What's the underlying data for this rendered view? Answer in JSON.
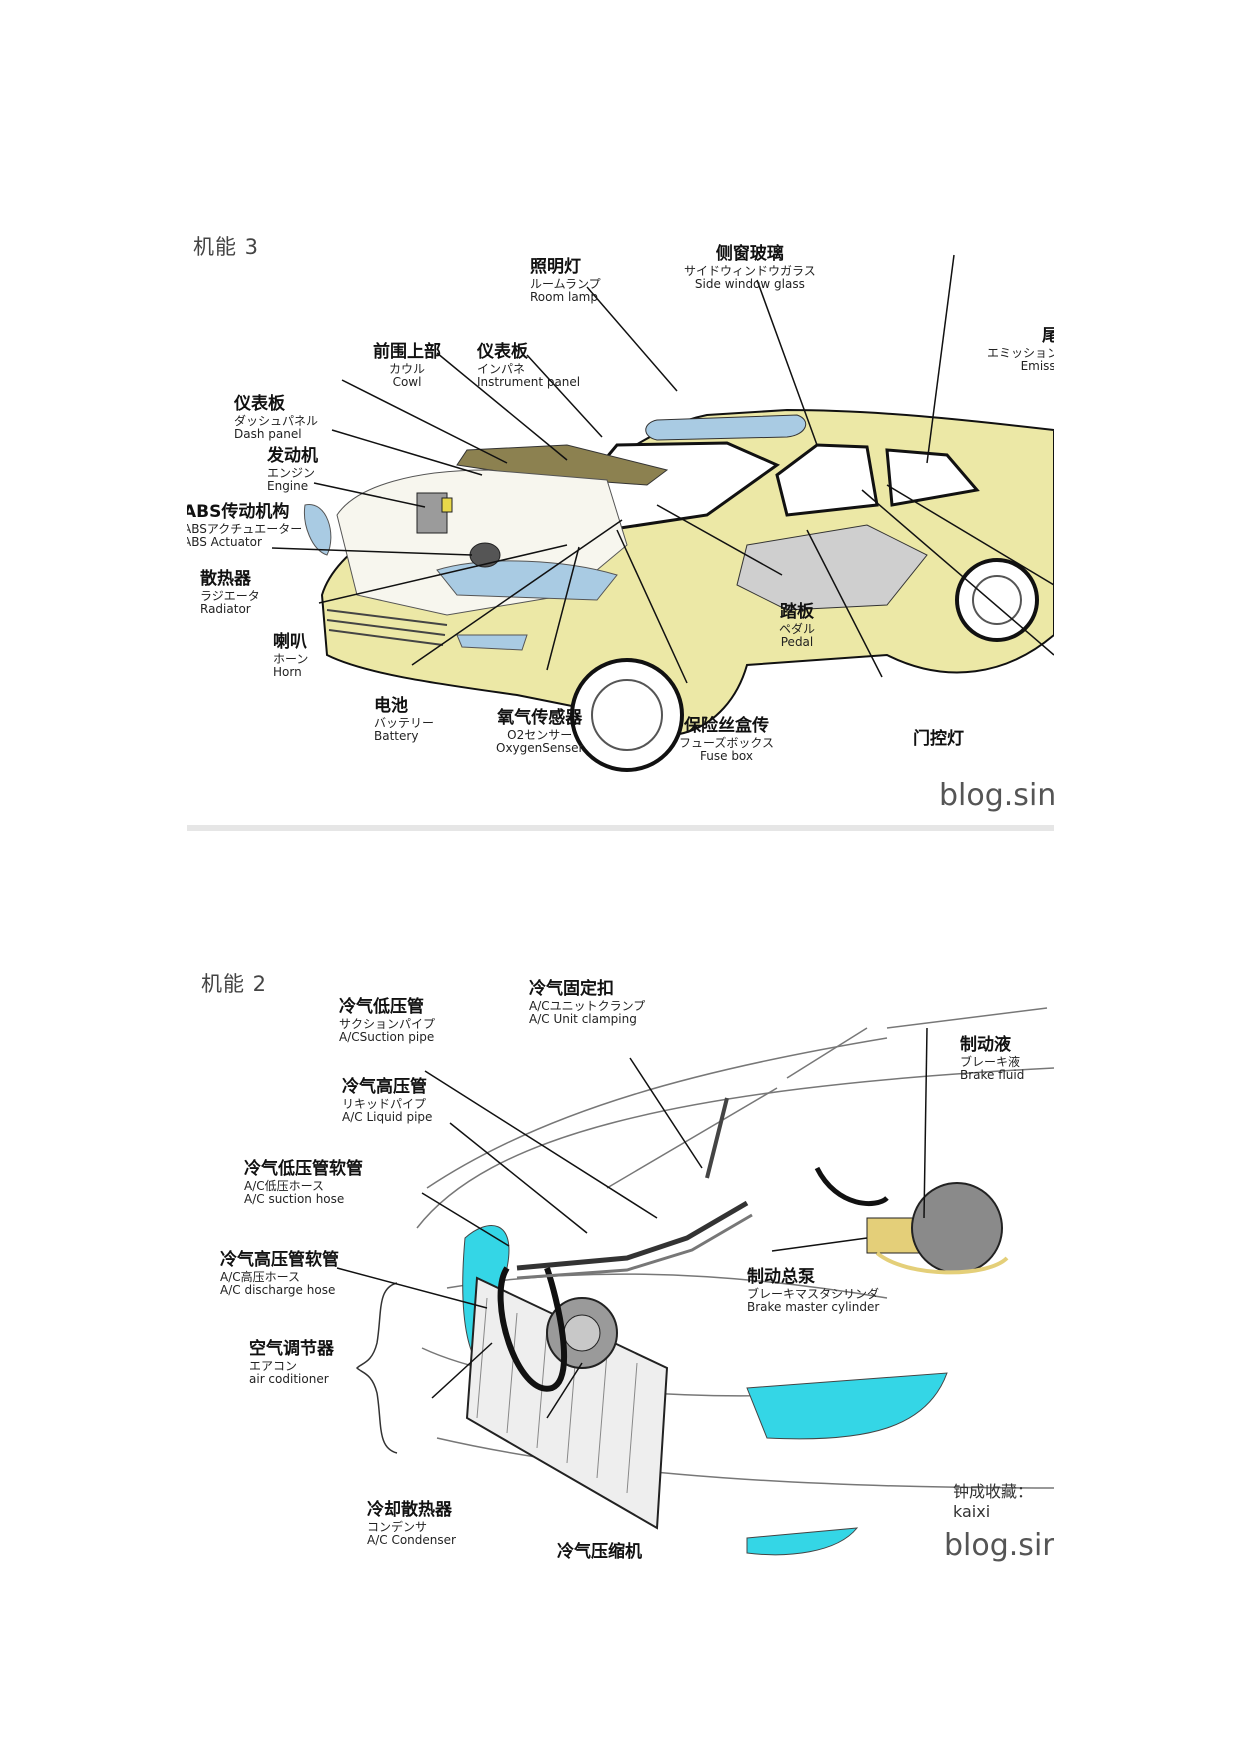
{
  "panel1": {
    "title": "机能 3",
    "labels": [
      {
        "id": "room-lamp",
        "zh": "照明灯",
        "jp": "ルームランプ",
        "en": "Room lamp"
      },
      {
        "id": "side-window",
        "zh": "侧窗玻璃",
        "jp": "サイドウィンドウガラス",
        "en": "Side window glass"
      },
      {
        "id": "tail",
        "zh": "尾",
        "jp": "エミッション",
        "en": "Emissi"
      },
      {
        "id": "cowl",
        "zh": "前围上部",
        "jp": "カウル",
        "en": "Cowl"
      },
      {
        "id": "instrument-panel",
        "zh": "仪表板",
        "jp": "インパネ",
        "en": "Instrument panel"
      },
      {
        "id": "dash-panel",
        "zh": "仪表板",
        "jp": "ダッシュパネル",
        "en": "Dash panel"
      },
      {
        "id": "engine",
        "zh": "发动机",
        "jp": "エンジン",
        "en": "Engine"
      },
      {
        "id": "abs",
        "zh": "ABS传动机构",
        "jp": "ABSアクチュエーター",
        "en": "ABS Actuator"
      },
      {
        "id": "radiator",
        "zh": "散热器",
        "jp": "ラジエータ",
        "en": "Radiator"
      },
      {
        "id": "horn",
        "zh": "喇叭",
        "jp": "ホーン",
        "en": "Horn"
      },
      {
        "id": "battery",
        "zh": "电池",
        "jp": "バッテリー",
        "en": "Battery"
      },
      {
        "id": "o2",
        "zh": "氧气传感器",
        "jp": "O2センサー",
        "en": "OxygenSenser"
      },
      {
        "id": "fuse",
        "zh": "保险丝盒传",
        "jp": "フューズボックス",
        "en": "Fuse box"
      },
      {
        "id": "pedal",
        "zh": "踏板",
        "jp": "ペダル",
        "en": "Pedal"
      },
      {
        "id": "door-lamp",
        "zh": "门控灯",
        "jp": "",
        "en": ""
      }
    ],
    "watermark": "blog.sin"
  },
  "panel2": {
    "title": "机能 2",
    "labels": [
      {
        "id": "suction-pipe",
        "zh": "冷气低压管",
        "jp": "サクションパイプ",
        "en": "A/CSuction pipe"
      },
      {
        "id": "unit-clamp",
        "zh": "冷气固定扣",
        "jp": "A/Cユニットクランプ",
        "en": "A/C Unit   clamping"
      },
      {
        "id": "brake-fluid",
        "zh": "制动液",
        "jp": "ブレーキ液",
        "en": "Brake fluid"
      },
      {
        "id": "liquid-pipe",
        "zh": "冷气高压管",
        "jp": "リキッドパイプ",
        "en": "A/C Liquid  pipe"
      },
      {
        "id": "suction-hose",
        "zh": "冷气低压管软管",
        "jp": "A/C低压ホース",
        "en": "A/C   suction hose"
      },
      {
        "id": "discharge-hose",
        "zh": "冷气高压管软管",
        "jp": "A/C高压ホース",
        "en": "A/C discharge hose"
      },
      {
        "id": "master-cyl",
        "zh": "制动总泵",
        "jp": "ブレーキマスタシリンダ",
        "en": "Brake master cylinder"
      },
      {
        "id": "air-con",
        "zh": "空气调节器",
        "jp": "エアコン",
        "en": "air coditioner"
      },
      {
        "id": "condenser",
        "zh": "冷却散热器",
        "jp": "コンデンサ",
        "en": "A/C Condenser"
      },
      {
        "id": "compressor",
        "zh": "冷气压缩机",
        "jp": "",
        "en": ""
      }
    ],
    "collector": "钟成收藏：kaixi",
    "watermark": "blog.sir"
  },
  "colors": {
    "car_body": "#ece8a6",
    "glass": "#a9cbe3",
    "highlight": "#34d6e6",
    "line": "#111111"
  }
}
